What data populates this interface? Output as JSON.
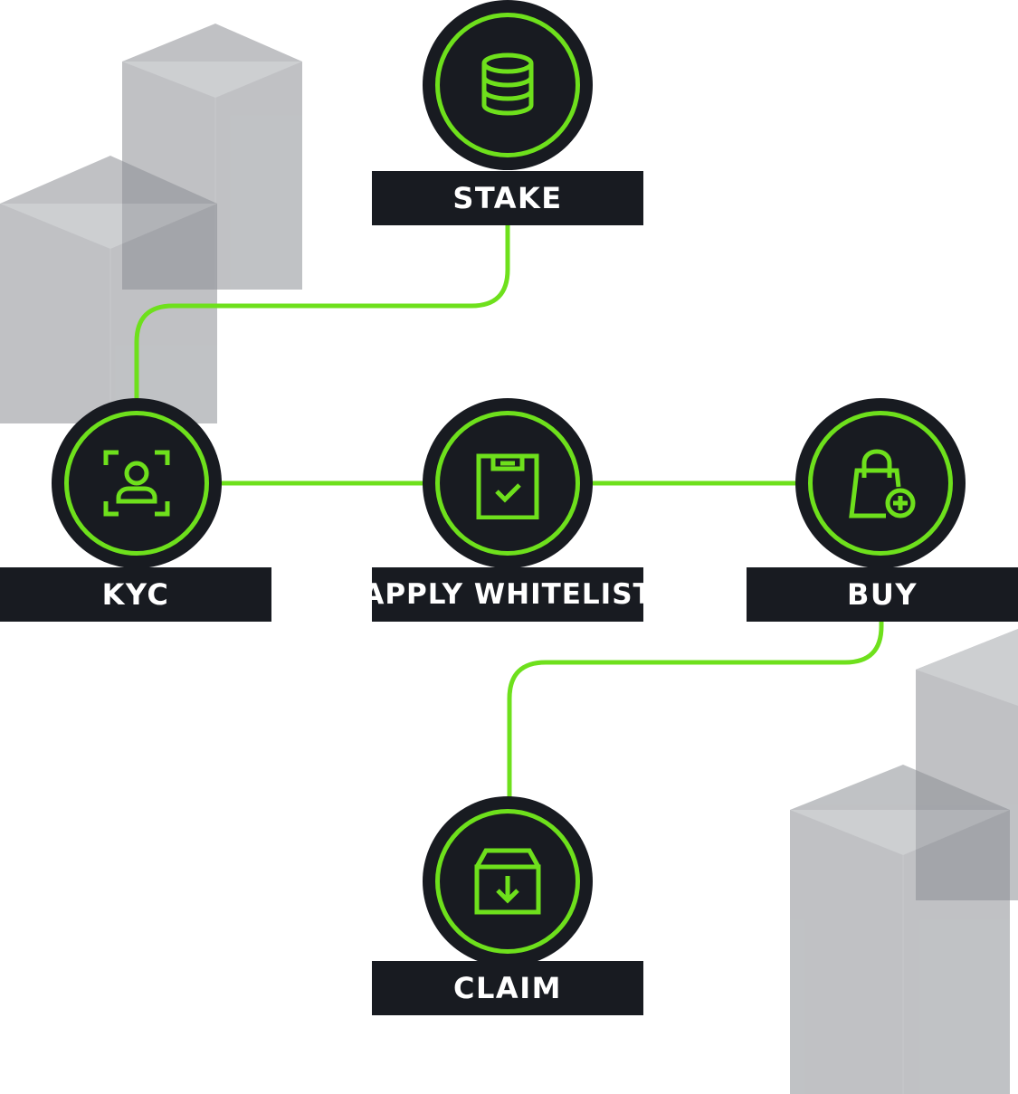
{
  "colors": {
    "accent": "#6ee01c",
    "node_fill": "#181b21",
    "label_bg": "#181b21",
    "label_text": "#ffffff",
    "building": "#8d8f95"
  },
  "steps": [
    {
      "id": "stake",
      "label": "STAKE",
      "icon": "coin-stack-icon"
    },
    {
      "id": "kyc",
      "label": "KYC",
      "icon": "face-scan-user-icon"
    },
    {
      "id": "whitelist",
      "label": "APPLY WHITELIST",
      "icon": "clipboard-check-icon"
    },
    {
      "id": "buy",
      "label": "BUY",
      "icon": "shopping-bag-plus-icon"
    },
    {
      "id": "claim",
      "label": "CLAIM",
      "icon": "box-download-icon"
    }
  ],
  "connections": [
    [
      "stake",
      "kyc"
    ],
    [
      "kyc",
      "whitelist"
    ],
    [
      "whitelist",
      "buy"
    ],
    [
      "buy",
      "claim"
    ]
  ]
}
